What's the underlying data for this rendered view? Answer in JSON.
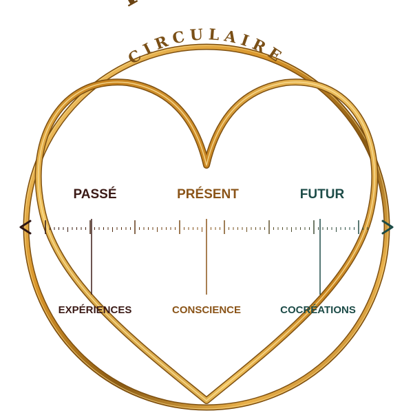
{
  "title": "TEMPS",
  "subtitle": "CIRCULAIRE",
  "timeline": {
    "past": {
      "label": "PASSÉ",
      "caption": "EXPÉRIENCES"
    },
    "present": {
      "label": "PRÉSENT",
      "caption": "CONSCIENCE"
    },
    "future": {
      "label": "FUTUR",
      "caption": "COCRÉATIONS"
    }
  },
  "colors": {
    "gold_dark": "#8a5a12",
    "gold_mid": "#d9952a",
    "gold_light": "#f6d27a",
    "title": "#6b4413",
    "past": "#3b1a16",
    "present": "#8a5418",
    "future": "#1c4b47"
  }
}
